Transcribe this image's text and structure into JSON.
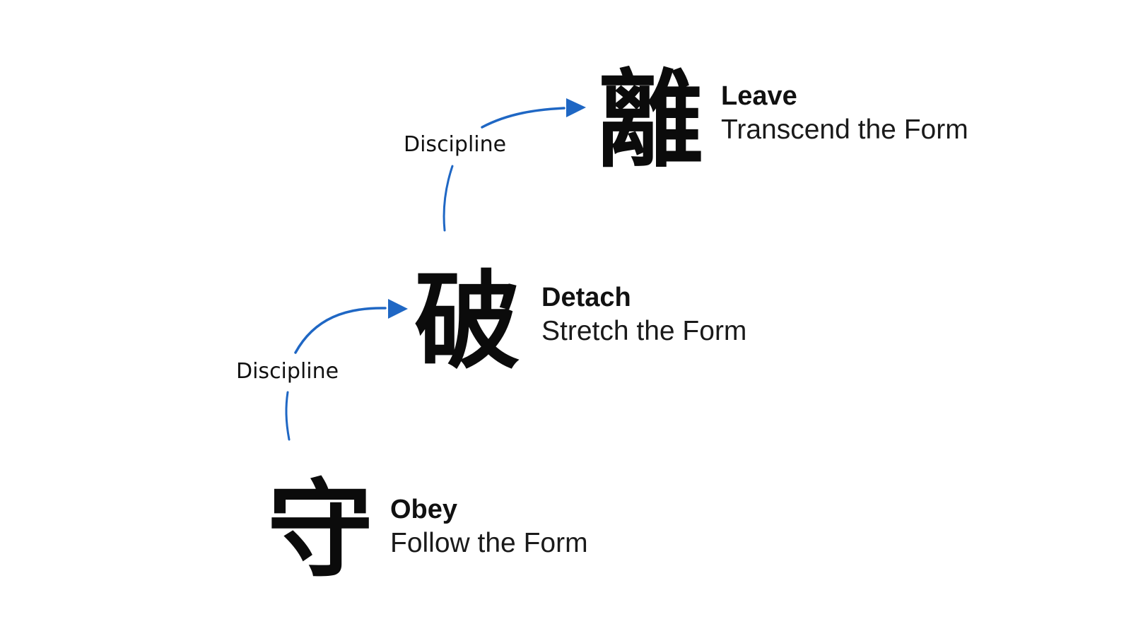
{
  "accent_color": "#1f67c4",
  "stages": [
    {
      "kanji": "守",
      "title": "Obey",
      "subtitle": "Follow the Form"
    },
    {
      "kanji": "破",
      "title": "Detach",
      "subtitle": "Stretch the Form"
    },
    {
      "kanji": "離",
      "title": "Leave",
      "subtitle": "Transcend the Form"
    }
  ],
  "connectors": [
    {
      "label": "Discipline"
    },
    {
      "label": "Discipline"
    }
  ]
}
